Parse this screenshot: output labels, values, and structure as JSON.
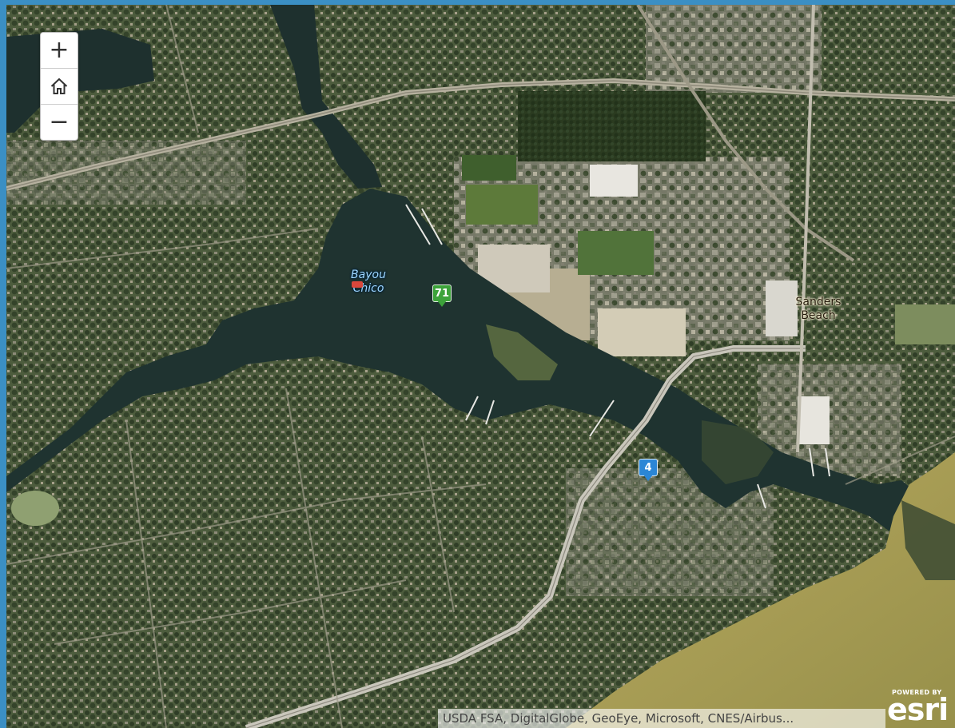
{
  "map": {
    "basemap": "imagery",
    "labels": {
      "water_line1": "Bayou",
      "water_line2": "Chico",
      "place_line1": "Sanders",
      "place_line2": "Beach"
    },
    "markers": [
      {
        "label": "71",
        "color": "#3ca33a"
      },
      {
        "label": "4",
        "color": "#2b86d6"
      }
    ],
    "attribution": "USDA FSA, DigitalGlobe, GeoEye, Microsoft, CNES/Airbus...",
    "logo": {
      "powered_by": "POWERED BY",
      "word": "esri"
    }
  },
  "controls": {
    "zoom_in_symbol": "+",
    "zoom_out_symbol": "−",
    "icons": [
      "plus-icon",
      "home-icon",
      "minus-icon"
    ]
  },
  "colors": {
    "frame": "#3b8fc4",
    "water_bayou": "#1f3330",
    "water_bay": "#a79c52",
    "land_dense": "#3f4d33"
  }
}
